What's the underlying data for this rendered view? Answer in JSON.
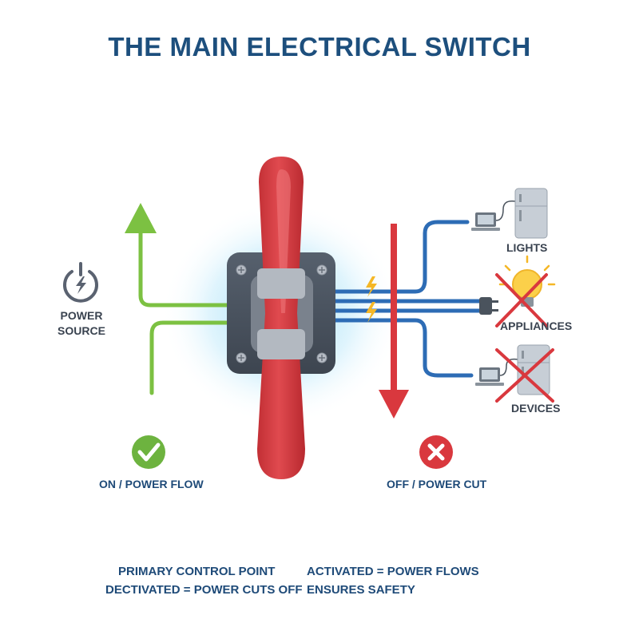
{
  "title": "THE MAIN ELECTRICAL SWITCH",
  "labels": {
    "power_source": [
      "POWER",
      "SOURCE"
    ],
    "lights": "LIGHTS",
    "appliances": "APPLIANCES",
    "devices": "DEVICES",
    "on_state": "ON / POWER FLOW",
    "off_state": "OFF / POWER CUT"
  },
  "footer": {
    "left_1": "PRIMARY CONTROL POINT",
    "right_1": "ACTIVATED = POWER FLOWS",
    "left_2": "DECTIVATED = POWER CUTS OFF",
    "right_2": "ENSURES SAFETY"
  },
  "icons": {
    "power_source": "power-icon",
    "on_state": "check-icon",
    "off_state": "x-icon",
    "lights": "lightbulb-icon",
    "appliances": "fridge-icon",
    "devices": "laptop-icon"
  },
  "colors": {
    "title": "#1d4f7d",
    "on_line": "#7cc142",
    "off_arrow": "#d9383e",
    "wire": "#2d6cb5",
    "lever": "#d63a3f",
    "switch_plate": "#4b5563",
    "glow": "#7fd3f5"
  }
}
